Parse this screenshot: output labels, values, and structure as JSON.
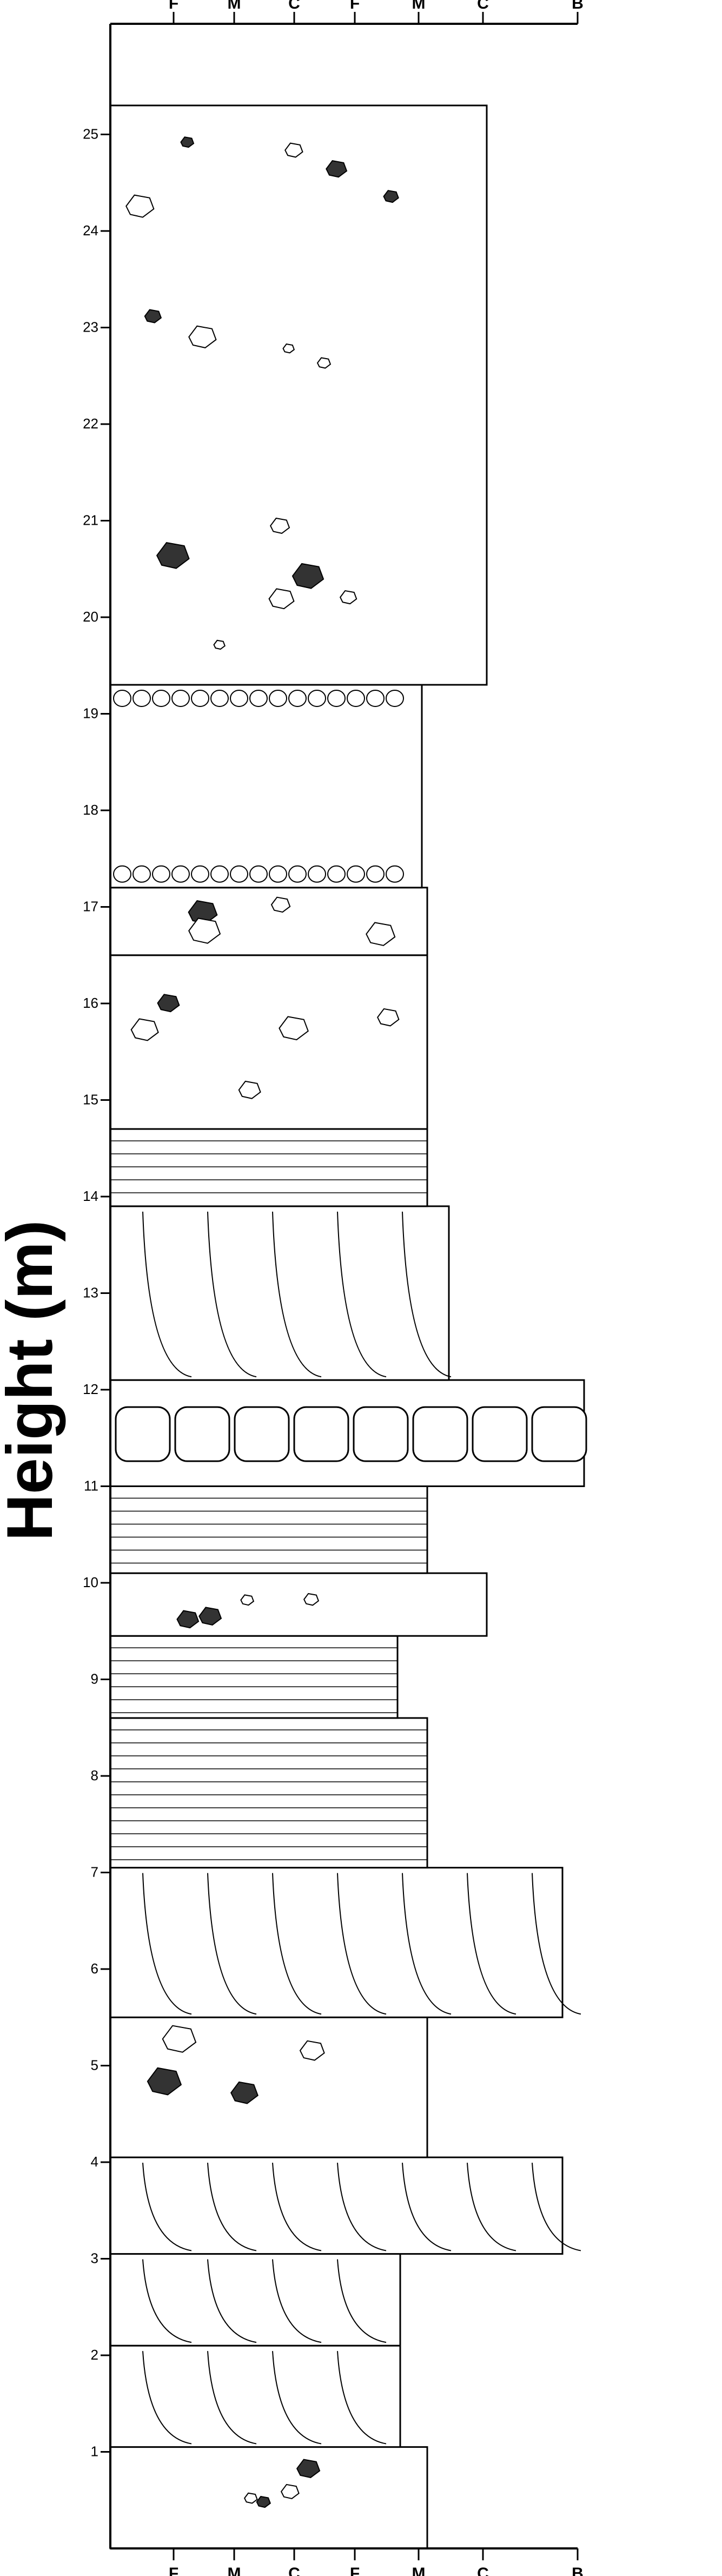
{
  "figure": {
    "y_axis_label": "Height (m)",
    "grain_size_codes": [
      "F",
      "M",
      "C",
      "F",
      "M",
      "C",
      "B"
    ]
  },
  "chart_data": {
    "type": "stratigraphic-log",
    "ylabel": "Height (m)",
    "ylim": [
      0,
      25
    ],
    "y_ticks": [
      1,
      2,
      3,
      4,
      5,
      6,
      7,
      8,
      9,
      10,
      11,
      12,
      13,
      14,
      15,
      16,
      17,
      18,
      19,
      20,
      21,
      22,
      23,
      24,
      25
    ],
    "x_categories": [
      "F",
      "M",
      "C",
      "F",
      "M",
      "C",
      "B"
    ],
    "beds": [
      {
        "base": 0,
        "top": 1.05,
        "grain": "M",
        "fill": "clasts"
      },
      {
        "base": 1.05,
        "top": 2.1,
        "grain": "F-M",
        "fill": "cross-bedded"
      },
      {
        "base": 2.1,
        "top": 3.05,
        "grain": "F-M",
        "fill": "cross-bedded"
      },
      {
        "base": 3.05,
        "top": 4.05,
        "grain": "C",
        "fill": "cross-bedded"
      },
      {
        "base": 4.05,
        "top": 5.5,
        "grain": "M",
        "fill": "clasts"
      },
      {
        "base": 5.5,
        "top": 7.05,
        "grain": "C",
        "fill": "cross-bedded"
      },
      {
        "base": 7.05,
        "top": 8.6,
        "grain": "M",
        "fill": "laminated"
      },
      {
        "base": 8.6,
        "top": 9.45,
        "grain": "F",
        "fill": "laminated"
      },
      {
        "base": 9.45,
        "top": 10.1,
        "grain": "C",
        "fill": "clasts"
      },
      {
        "base": 10.1,
        "top": 11.0,
        "grain": "M",
        "fill": "laminated"
      },
      {
        "base": 11.0,
        "top": 12.1,
        "grain": "B",
        "fill": "boulders"
      },
      {
        "base": 12.1,
        "top": 13.9,
        "grain": "M",
        "fill": "cross-bedded"
      },
      {
        "base": 13.9,
        "top": 14.7,
        "grain": "M",
        "fill": "laminated"
      },
      {
        "base": 14.7,
        "top": 16.5,
        "grain": "M",
        "fill": "clasts"
      },
      {
        "base": 16.5,
        "top": 17.2,
        "grain": "M",
        "fill": "clasts"
      },
      {
        "base": 17.2,
        "top": 19.3,
        "grain": "M",
        "fill": "gravel"
      },
      {
        "base": 19.3,
        "top": 25.3,
        "grain": "C",
        "fill": "clasts"
      }
    ]
  },
  "colors": {
    "ink": "#000000",
    "clast_fill": "#333333",
    "coil": "#999999",
    "background": "#ffffff"
  }
}
